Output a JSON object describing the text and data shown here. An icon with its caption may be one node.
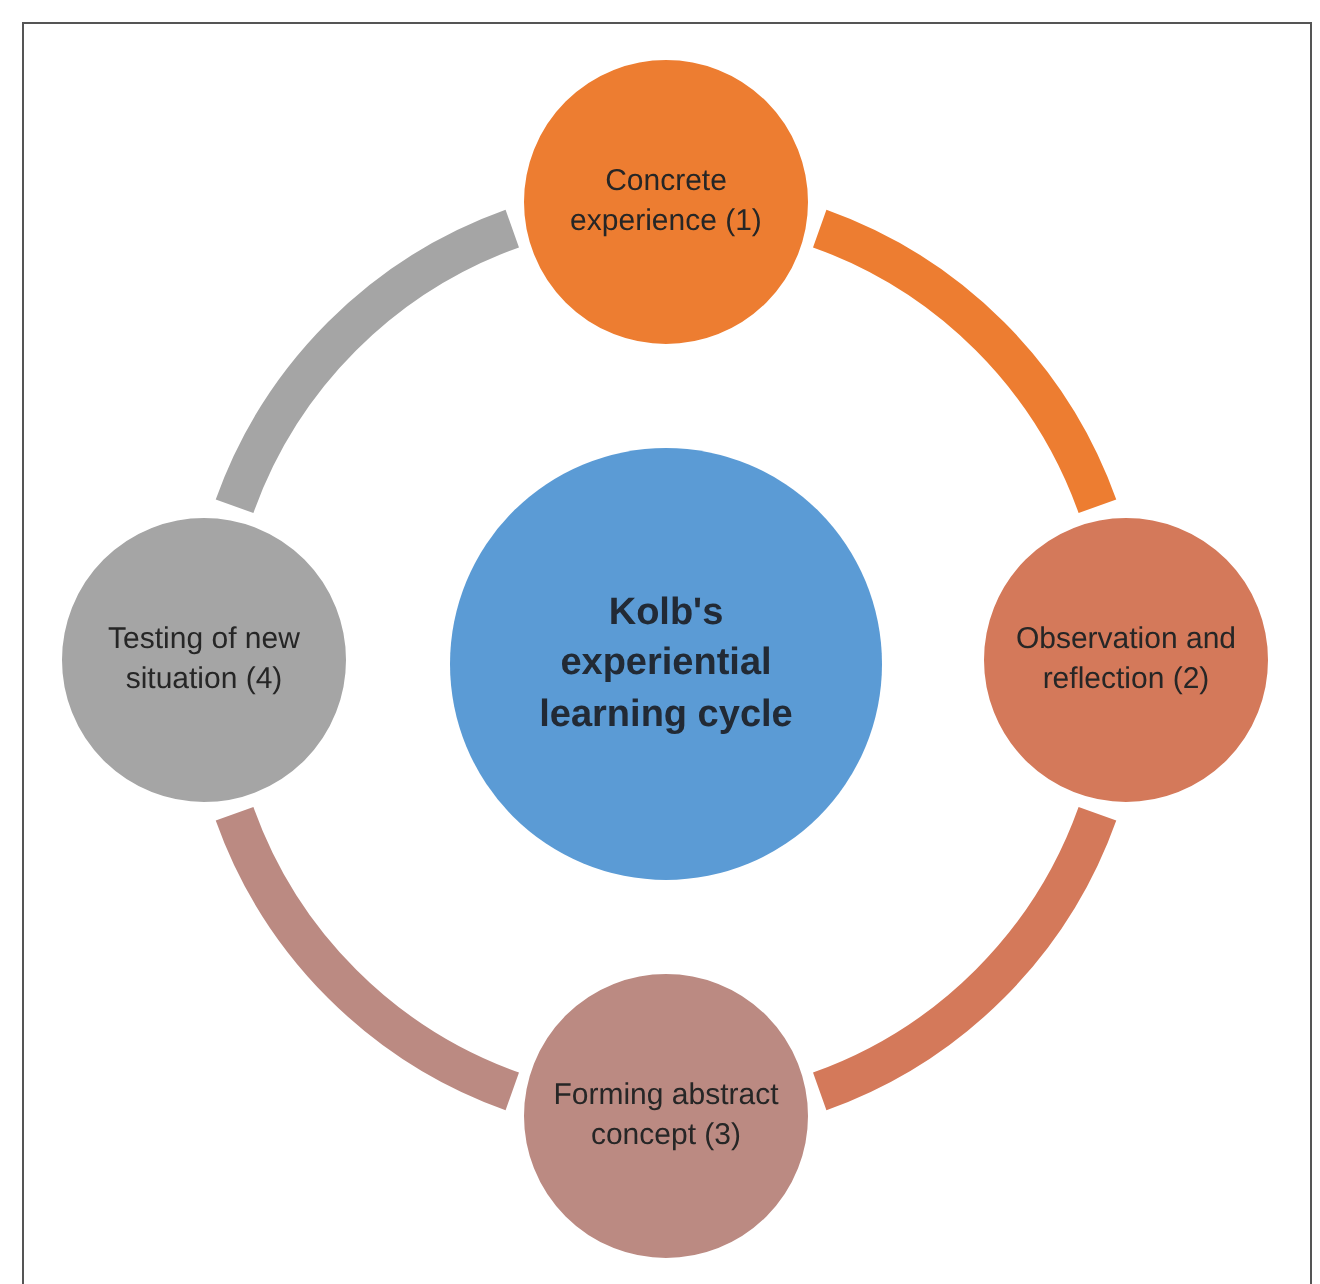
{
  "diagram": {
    "nodes": [
      {
        "text": [
          "Concrete experience (1)"
        ]
      },
      {
        "text": [
          "Observation and reflection (2)"
        ]
      },
      {
        "text": [
          "Forming abstract concept (3)"
        ]
      },
      {
        "text": [
          "Testing of new situation (4)"
        ]
      },
      {
        "text": [
          "Kolb's experiential learning cycle"
        ]
      }
    ],
    "edges": [
      {
        "from": 0,
        "to": 1,
        "arrow": "none",
        "color": "#ed7d31"
      },
      {
        "from": 1,
        "to": 2,
        "arrow": "none",
        "color": "#d4795a"
      },
      {
        "from": 2,
        "to": 3,
        "arrow": "none",
        "color": "#bb8a82"
      },
      {
        "from": 3,
        "to": 0,
        "arrow": "none",
        "color": "#a5a5a5"
      }
    ]
  }
}
